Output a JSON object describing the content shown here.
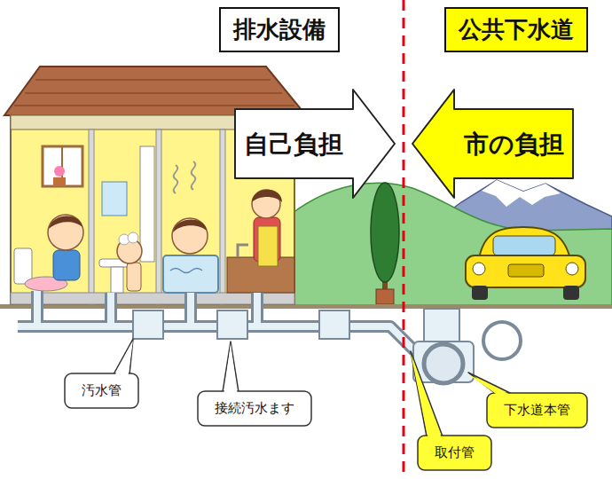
{
  "diagram": {
    "nodes": [
      {
        "text": [
          "排水設備"
        ]
      },
      {
        "text": [
          "公共下水道"
        ]
      },
      {
        "text": [
          "自己負担"
        ]
      },
      {
        "text": [
          "市の負担"
        ]
      },
      {
        "text": [
          "汚水管"
        ]
      },
      {
        "text": [
          "接続汚水ます"
        ]
      },
      {
        "text": [
          "下水道本管"
        ]
      },
      {
        "text": [
          "取付管"
        ]
      }
    ]
  }
}
